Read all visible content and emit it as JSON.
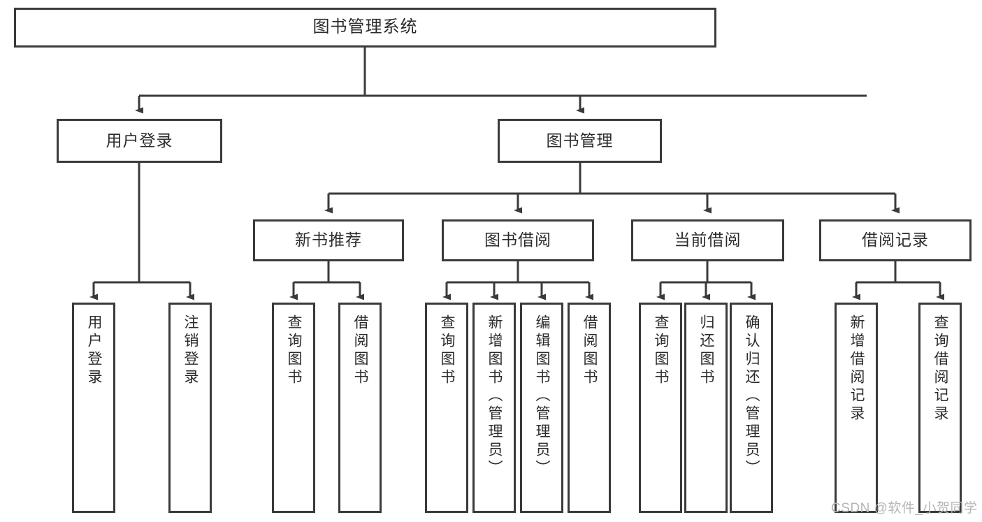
{
  "diagram": {
    "type": "tree-hierarchy",
    "title": "图书管理系统",
    "colors": {
      "box_border": "#3a3a3a",
      "box_fill": "#ffffff",
      "text": "#2b2b2b",
      "edge": "#3a3a3a",
      "watermark": "#b6b6b6",
      "background": "#ffffff"
    },
    "root": {
      "label": "图书管理系统"
    },
    "level2": [
      {
        "id": "user-login",
        "label": "用户登录"
      },
      {
        "id": "book-manage",
        "label": "图书管理"
      }
    ],
    "level3": [
      {
        "id": "new-book-recommend",
        "label": "新书推荐"
      },
      {
        "id": "book-borrow",
        "label": "图书借阅"
      },
      {
        "id": "current-borrow",
        "label": "当前借阅"
      },
      {
        "id": "borrow-record",
        "label": "借阅记录"
      }
    ],
    "leaves": {
      "user_login": [
        {
          "id": "leaf-user-login",
          "label": "用户登录"
        },
        {
          "id": "leaf-logout",
          "label": "注销登录"
        }
      ],
      "new_book_recommend": [
        {
          "id": "leaf-query-book-1",
          "label": "查询图书"
        },
        {
          "id": "leaf-borrow-book-1",
          "label": "借阅图书"
        }
      ],
      "book_borrow": [
        {
          "id": "leaf-query-book-2",
          "label": "查询图书"
        },
        {
          "id": "leaf-add-book",
          "label": "新增图书（管理员）"
        },
        {
          "id": "leaf-edit-book",
          "label": "编辑图书（管理员）"
        },
        {
          "id": "leaf-borrow-book-2",
          "label": "借阅图书"
        }
      ],
      "current_borrow": [
        {
          "id": "leaf-query-book-3",
          "label": "查询图书"
        },
        {
          "id": "leaf-return-book",
          "label": "归还图书"
        },
        {
          "id": "leaf-confirm-return",
          "label": "确认归还（管理员）"
        }
      ],
      "borrow_record": [
        {
          "id": "leaf-add-record",
          "label": "新增借阅记录"
        },
        {
          "id": "leaf-query-record",
          "label": "查询借阅记录"
        }
      ]
    },
    "watermark": "CSDN @软件_小贺同学"
  }
}
